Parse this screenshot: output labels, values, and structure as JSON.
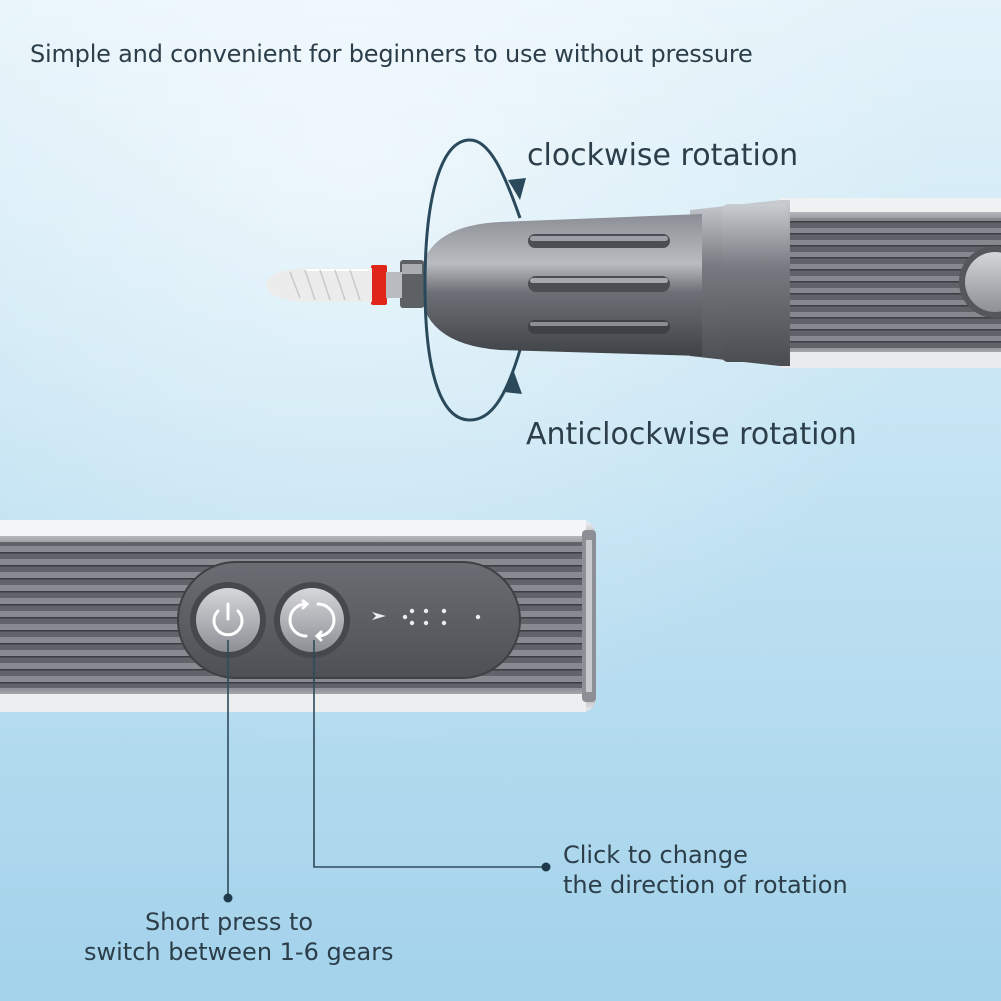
{
  "headline": "Simple and convenient for beginners to use without pressure",
  "rotation": {
    "clockwise_label": "clockwise rotation",
    "anticlockwise_label": "Anticlockwise rotation"
  },
  "callouts": {
    "direction": {
      "line1": "Click to change",
      "line2": "the direction of rotation"
    },
    "gear": {
      "line1": "Short press to",
      "line2": "switch between 1-6 gears"
    }
  },
  "colors": {
    "background_top": "#dceff8",
    "background_bottom": "#a6d4ec",
    "text": "#2c3e4a",
    "callout_line": "#2e4b5c",
    "drill_bit_band": "#e0261b",
    "metal_dark": "#5a5d63",
    "metal_light": "#d8dade"
  },
  "icons": {
    "power_button": "power-icon",
    "direction_button": "rotate-arrows-icon",
    "gear_indicator": "gear-dots-icon"
  }
}
